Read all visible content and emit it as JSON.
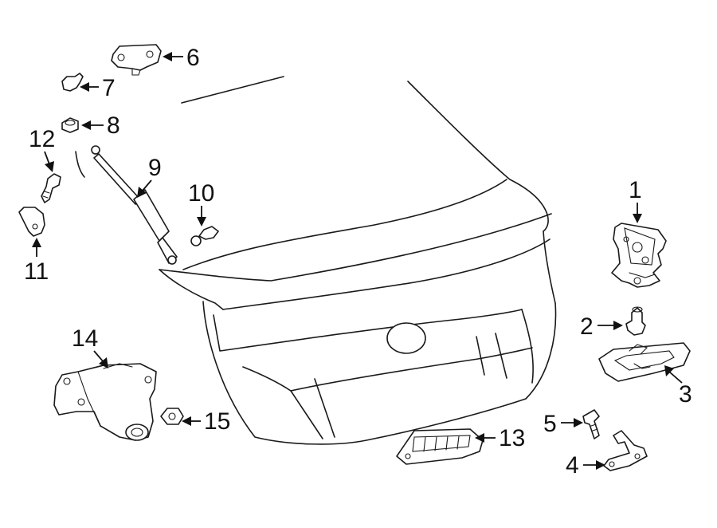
{
  "diagram": {
    "callouts": [
      "1",
      "2",
      "3",
      "4",
      "5",
      "6",
      "7",
      "8",
      "9",
      "10",
      "11",
      "12",
      "13",
      "14",
      "15"
    ]
  },
  "colors": {
    "line": "#1a1a1a",
    "background": "#ffffff"
  }
}
